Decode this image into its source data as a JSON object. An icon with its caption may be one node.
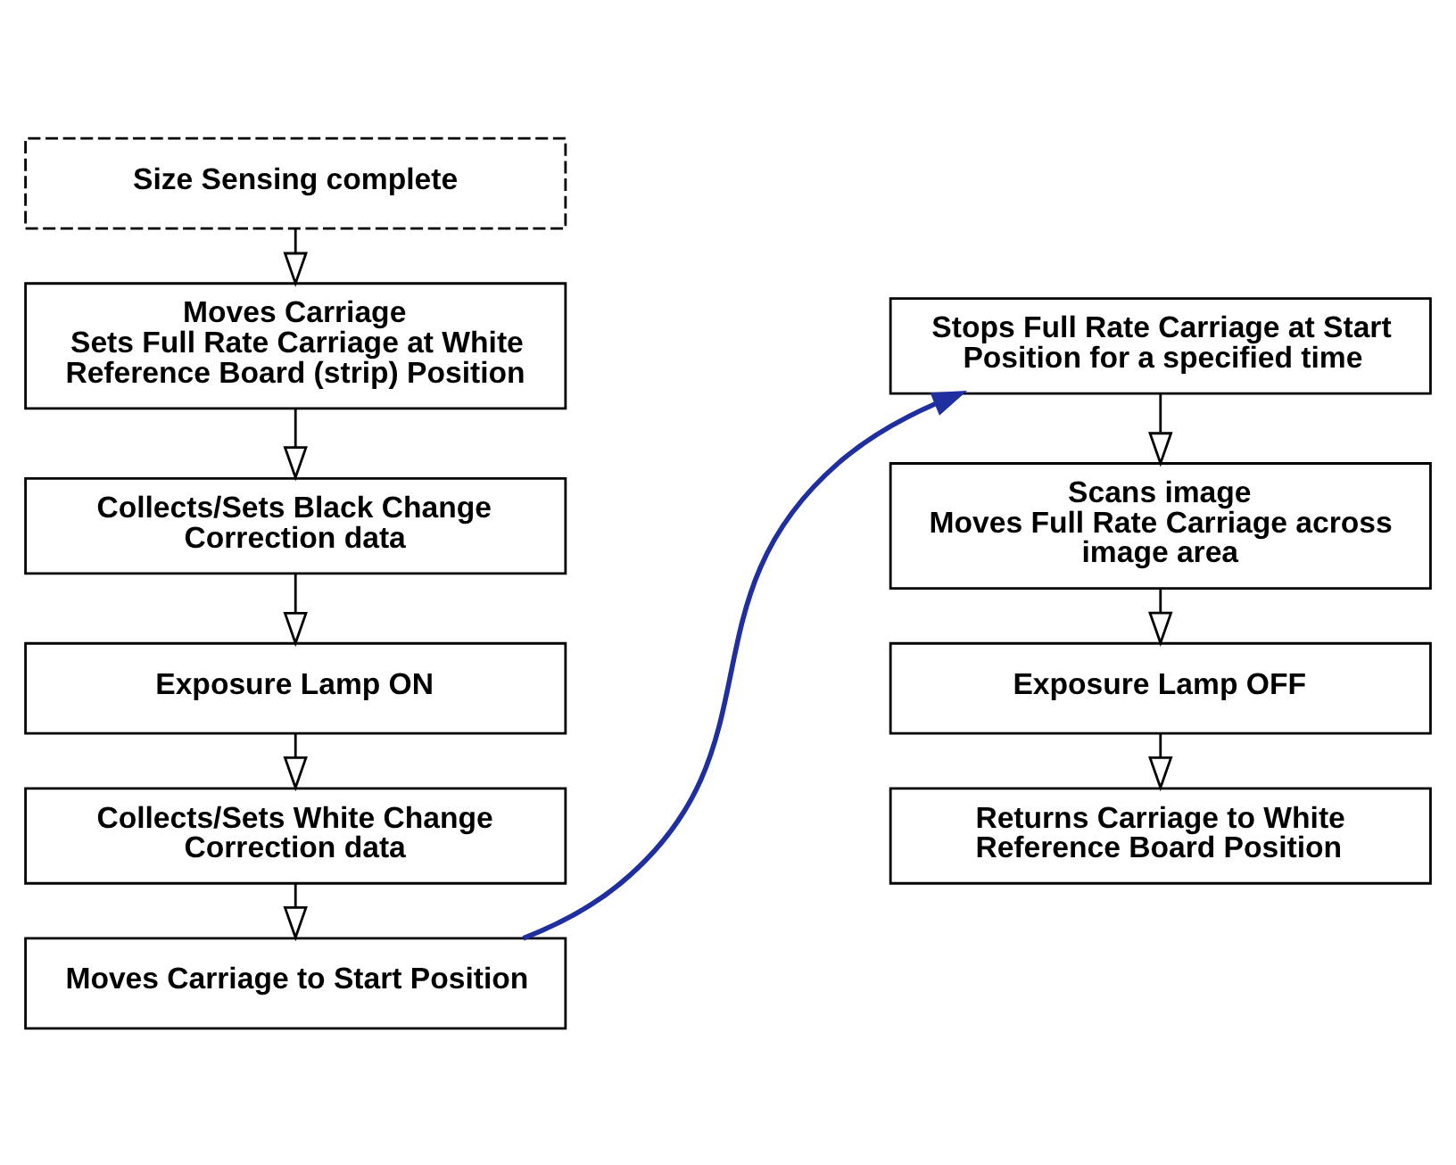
{
  "diagram": {
    "nodes": [
      {
        "text": [
          "Size Sensing complete"
        ]
      },
      {
        "text": [
          "Moves Carriage",
          "Sets Full Rate Carriage at White Reference Board (strip) Position"
        ]
      },
      {
        "text": [
          "Collects/Sets Black Change Correction data"
        ]
      },
      {
        "text": [
          "Exposure Lamp ON"
        ]
      },
      {
        "text": [
          "Collects/Sets White Change Correction data"
        ]
      },
      {
        "text": [
          "Moves Carriage to Start Position"
        ]
      },
      {
        "text": [
          "Stops Full Rate Carriage at Start Position for a specified time"
        ]
      },
      {
        "text": [
          "Scans image",
          "Moves Full Rate Carriage across image area"
        ]
      },
      {
        "text": [
          "Exposure Lamp OFF"
        ]
      },
      {
        "text": [
          "Returns Carriage to White Reference Board Position"
        ]
      }
    ],
    "edges": [
      {
        "from": 0,
        "to": 1,
        "arrow": "to"
      },
      {
        "from": 1,
        "to": 2,
        "arrow": "to"
      },
      {
        "from": 2,
        "to": 3,
        "arrow": "to"
      },
      {
        "from": 3,
        "to": 4,
        "arrow": "to"
      },
      {
        "from": 4,
        "to": 5,
        "arrow": "to"
      },
      {
        "from": 5,
        "to": 6,
        "arrow": "to",
        "color": "#1f2f9f"
      },
      {
        "from": 6,
        "to": 7,
        "arrow": "to"
      },
      {
        "from": 7,
        "to": 8,
        "arrow": "to"
      },
      {
        "from": 8,
        "to": 9,
        "arrow": "to"
      }
    ]
  }
}
